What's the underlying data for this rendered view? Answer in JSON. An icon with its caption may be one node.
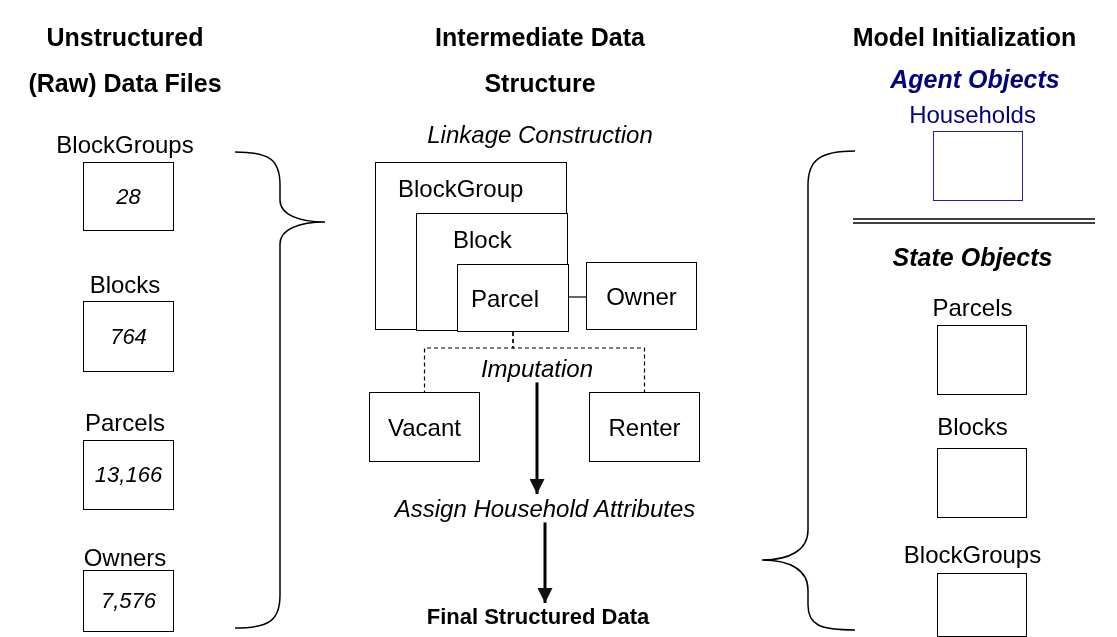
{
  "diagram": {
    "nodes": [
      {
        "text": [
          "BlockGroups",
          "28"
        ]
      },
      {
        "text": [
          "Blocks",
          "764"
        ]
      },
      {
        "text": [
          "Parcels",
          "13,166"
        ]
      },
      {
        "text": [
          "Owners",
          "7,576"
        ]
      },
      {
        "text": [
          "BlockGroup"
        ]
      },
      {
        "text": [
          "Block"
        ],
        "in": 4
      },
      {
        "text": [
          "Parcel"
        ],
        "in": 5
      },
      {
        "text": [
          "Owner"
        ]
      },
      {
        "text": [
          "Imputation"
        ]
      },
      {
        "text": [
          "Vacant"
        ]
      },
      {
        "text": [
          "Renter"
        ]
      },
      {
        "text": [
          "Assign Household Attributes"
        ]
      },
      {
        "text": [
          "Final Structured Data"
        ]
      },
      {
        "text": [
          "Households"
        ]
      },
      {
        "text": [
          "Parcels"
        ]
      },
      {
        "text": [
          "Blocks"
        ]
      },
      {
        "text": [
          "BlockGroups"
        ]
      }
    ],
    "edges": [
      {
        "from": 6,
        "to": 7,
        "arrow": "none"
      },
      {
        "from": 6,
        "to": 9,
        "arrow": "none",
        "style": "dashed"
      },
      {
        "from": 6,
        "to": 10,
        "arrow": "none",
        "style": "dashed"
      },
      {
        "from": 8,
        "to": 11,
        "arrow": "to",
        "style": "thick"
      },
      {
        "from": 11,
        "to": 12,
        "arrow": "to",
        "style": "thick"
      }
    ],
    "labels": [
      "Unstructured (Raw) Data Files",
      "Intermediate Data Structure",
      "Model Initialization",
      "Agent Objects",
      "Linkage Construction",
      "State Objects"
    ]
  }
}
